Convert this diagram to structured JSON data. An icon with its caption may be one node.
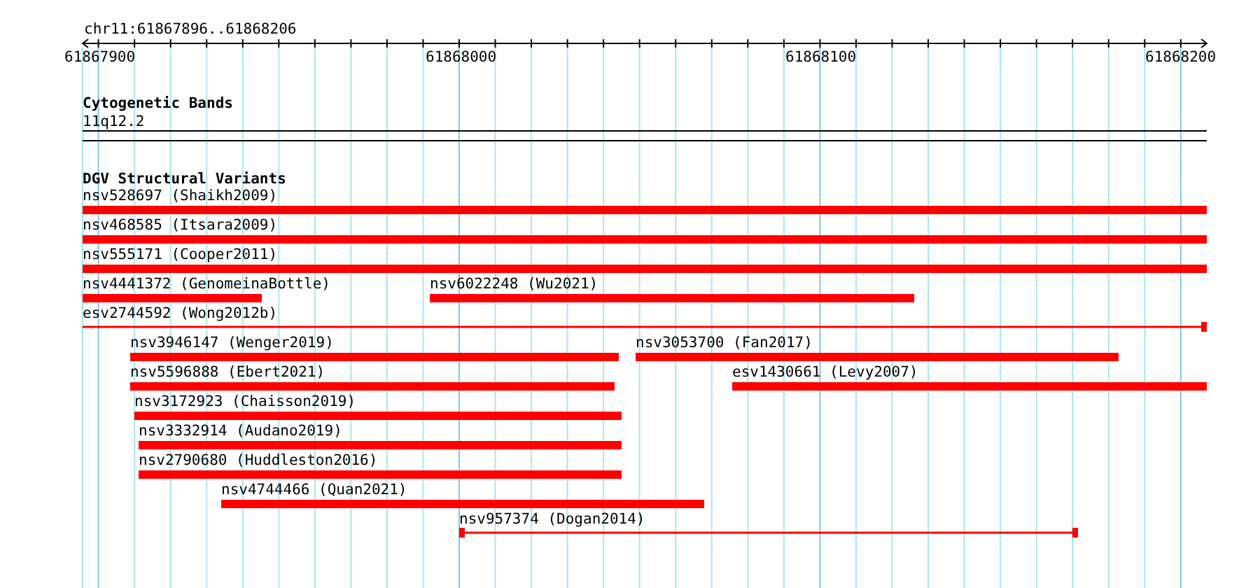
{
  "diagram": {
    "title": "chr11:61867896..61868206",
    "nodes": [
      {
        "text": [
          "nsv528697 (Shaikh2009)"
        ]
      },
      {
        "text": [
          "nsv468585 (Itsara2009)"
        ]
      },
      {
        "text": [
          "nsv555171 (Cooper2011)"
        ]
      },
      {
        "text": [
          "nsv4441372 (GenomeinaBottle)"
        ]
      },
      {
        "text": [
          "nsv6022248 (Wu2021)"
        ]
      },
      {
        "text": [
          "esv2744592 (Wong2012b)"
        ]
      },
      {
        "text": [
          "nsv3946147 (Wenger2019)"
        ]
      },
      {
        "text": [
          "nsv3053700 (Fan2017)"
        ]
      },
      {
        "text": [
          "nsv5596888 (Ebert2021)"
        ]
      },
      {
        "text": [
          "esv1430661 (Levy2007)"
        ]
      },
      {
        "text": [
          "nsv3172923 (Chaisson2019)"
        ]
      },
      {
        "text": [
          "nsv3332914 (Audano2019)"
        ]
      },
      {
        "text": [
          "nsv2790680 (Huddleston2016)"
        ]
      },
      {
        "text": [
          "nsv4744466 (Quan2021)"
        ]
      },
      {
        "text": [
          "nsv957374 (Dogan2014)"
        ]
      }
    ],
    "labels": [
      "61867900",
      "61868000",
      "61868100",
      "61868200",
      "Cytogenetic Bands",
      "11q12.2",
      "DGV Structural Variants"
    ]
  }
}
